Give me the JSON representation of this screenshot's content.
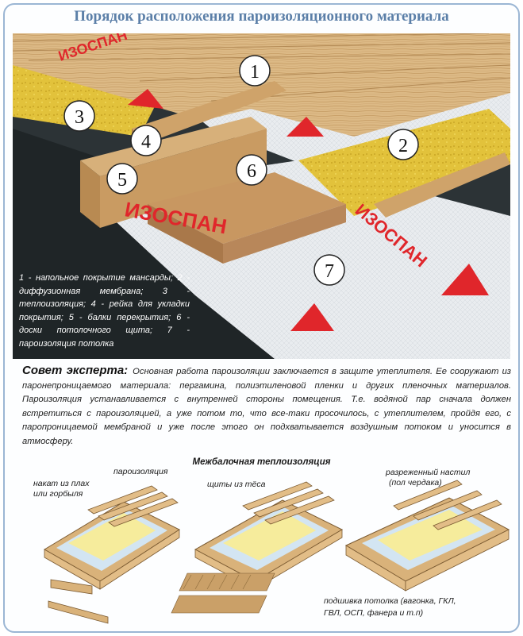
{
  "title": "Порядок расположения пароизоляционного материала",
  "callouts": [
    "1",
    "2",
    "3",
    "4",
    "5",
    "6",
    "7"
  ],
  "brand_text": "ИЗОСПАН",
  "legend": "1 - напольное покрытие мансарды; 2 - диффузионная мембрана; 3 - теплоизоляция; 4 - рейка для укладки покрытия; 5 - балки перекрытия; 6 - доски потолочного щита; 7 - пароизоляция потолка",
  "advice": {
    "heading": "Совет эксперта:",
    "text": "Основная работа пароизоляции заключается в защите утеплителя. Ее сооружают из паронепроницаемого материала: пергамина, полиэтиленовой пленки и других пленочных материалов. Пароизоляция устанавливается с внутренней стороны помещения. Т.е. водяной пар сначала должен встретиться с пароизоляцией, а уже потом то, что все-таки просочилось, с утеплителем, пройдя его, с паропроницаемой мембраной и уже после этого он подхватывается воздушным потоком и уносится в атмосферу."
  },
  "diagram": {
    "title": "Межбалочная теплоизоляция",
    "labels": {
      "vapor_barrier": "пароизоляция",
      "slabs_line1": "накат из плах",
      "slabs_line2": "или горбыля",
      "planks": "щиты из тёса",
      "deck_line1": "разреженный настил",
      "deck_line2": "(пол чердака)",
      "lining_line1": "подшивка потолка (вагонка, ГКЛ,",
      "lining_line2": "ГВЛ, ОСП, фанера и т.п)"
    }
  },
  "colors": {
    "title": "#5b7fa8",
    "frame_border": "#9bb6d4",
    "wood": "#d9b27a",
    "insulation": "#e3c43a",
    "membrane": "#eceff2",
    "brand_red": "#e0262b",
    "diagram_insulation": "#f6ec9c",
    "diagram_film": "#d3e5f2"
  }
}
